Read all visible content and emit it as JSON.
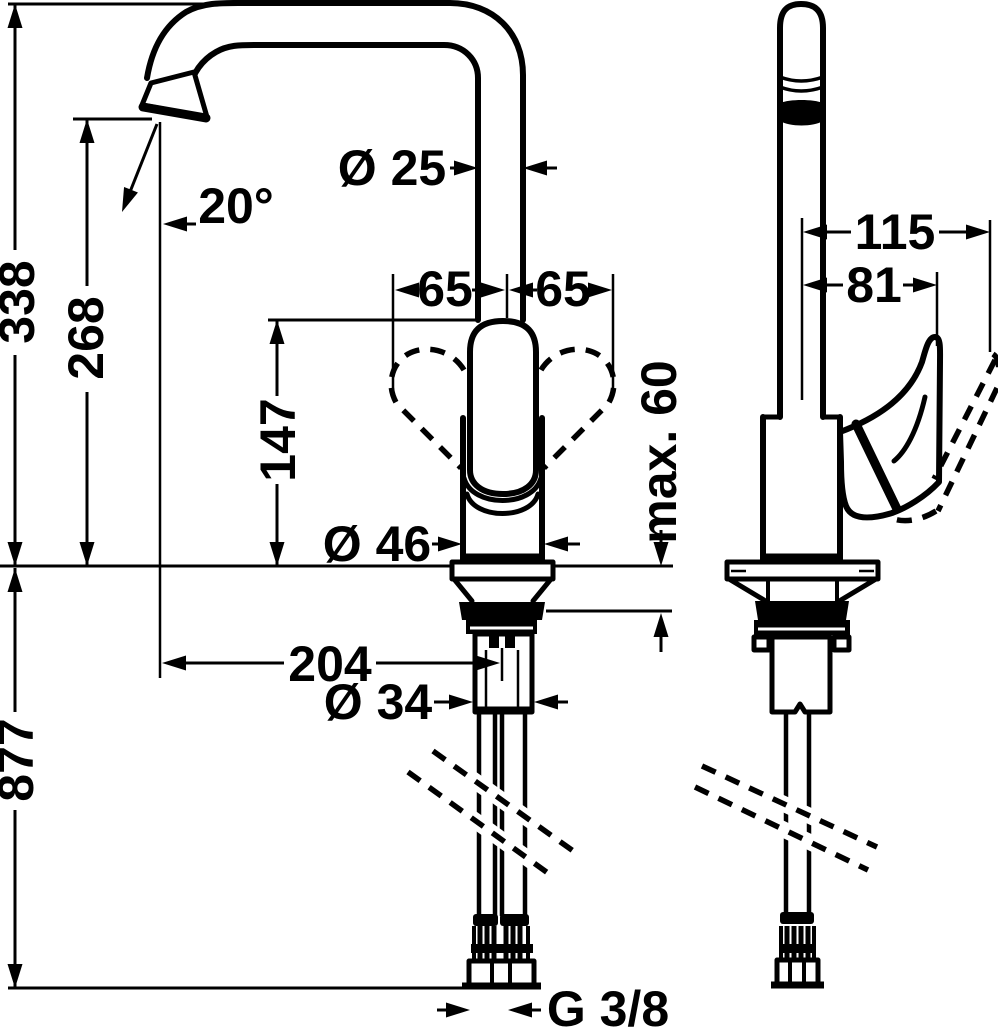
{
  "page": {
    "background_color": "#ffffff",
    "line_color": "#000000"
  },
  "labels": {
    "front": {
      "total_height": "338",
      "outlet_height": "268",
      "handle_height": "147",
      "below_counter": "877",
      "spout_angle": "20°",
      "spout_diameter": "Ø 25",
      "swivel_left": "65",
      "swivel_right": "65",
      "max_counter_thickness": "max. 60",
      "base_diameter": "Ø 46",
      "outlet_reach": "204",
      "shank_diameter": "Ø 34",
      "thread": "G 3/8"
    },
    "side": {
      "handle_reach_raised": "115",
      "handle_reach": "81"
    }
  }
}
